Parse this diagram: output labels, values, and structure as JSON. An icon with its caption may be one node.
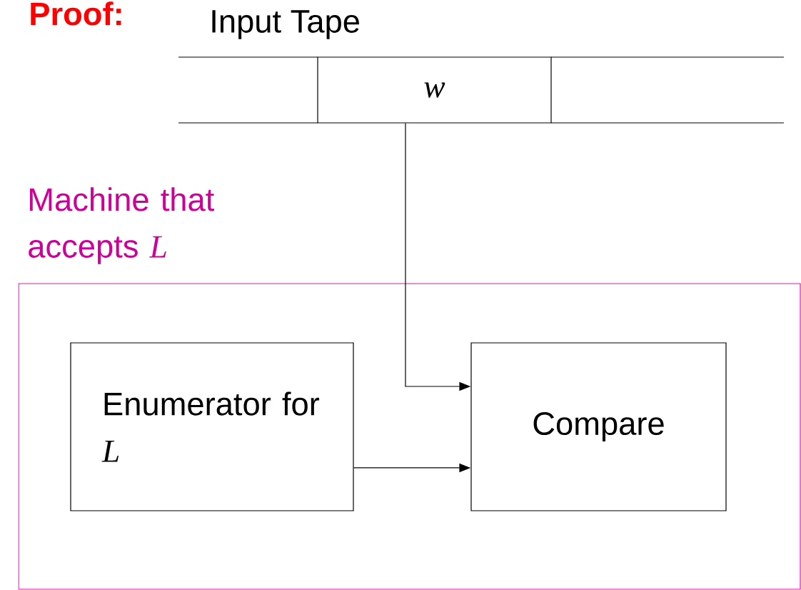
{
  "diagram": {
    "title": "Proof:",
    "nodes": [
      {
        "text": [],
        "shape": "box"
      },
      {
        "text": [
          "w"
        ]
      },
      {
        "text": [],
        "shape": "box"
      },
      {
        "text": [
          "Machine that accepts *L*"
        ]
      },
      {
        "text": [
          "Enumerator for *L*"
        ],
        "in": 3
      },
      {
        "text": [
          "Compare"
        ],
        "in": 3
      }
    ],
    "edges": [
      {
        "from": 1,
        "to": 5,
        "arrow": "to"
      },
      {
        "from": 4,
        "to": 5,
        "arrow": "to"
      }
    ],
    "labels": [
      "Input Tape"
    ]
  }
}
